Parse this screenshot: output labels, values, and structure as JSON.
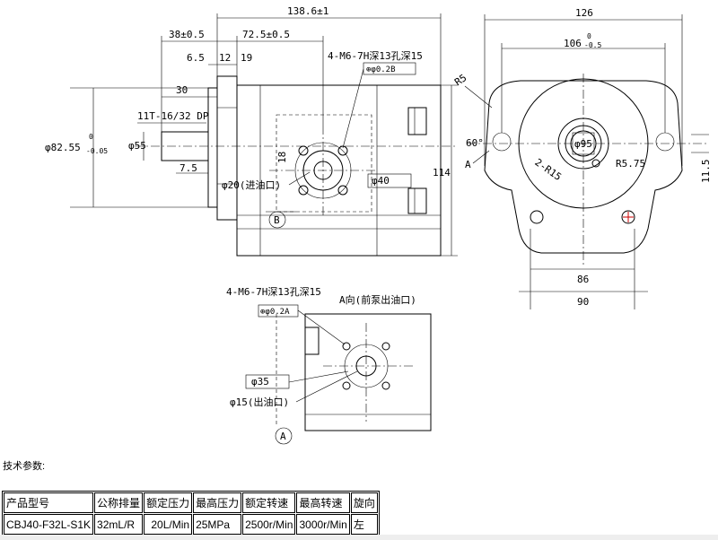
{
  "drawing": {
    "side_view": {
      "dim_total": "138.6±1",
      "dim_38": "38±0.5",
      "dim_72": "72.5±0.5",
      "dim_6_5": "6.5",
      "dim_12": "12",
      "dim_19": "19",
      "dim_30": "30",
      "thread": "11T-16/32 DP",
      "dia_shaft": "φ55",
      "dim_7_5": "7.5",
      "dia_82": "φ82.55",
      "dia_82_tol": "-0.05",
      "dia_82_tol0": "0",
      "port_in": "φ20(进油口)",
      "dia_40": "φ40",
      "dim_18": "18",
      "height_114": "114",
      "hole_note": "4-M6-7H深13孔深15",
      "tol_box": "⊕φ0.2B",
      "datum_b": "B"
    },
    "front_view": {
      "width_126": "126",
      "dim_106": "106",
      "dim_106_tol": "-0.5",
      "dim_106_tol0": "0",
      "r5": "R5",
      "angle_60": "60°",
      "label_a": "A",
      "dia_95": "φ95",
      "r15": "2-R15",
      "r575": "R5.75",
      "dim_11_5": "11.5",
      "dim_86": "86",
      "dim_90": "90"
    },
    "port_view": {
      "hole_note": "4-M6-7H深13孔深15",
      "title": "A向(前泵出油口)",
      "tol_box": "⊕φ0.2A",
      "dia_35": "φ35",
      "port_out": "φ15(出油口)",
      "datum_a": "A"
    }
  },
  "params_title": "技术参数:",
  "spec_table": {
    "headers": [
      "产品型号",
      "公称排量",
      "额定压力",
      "最高压力",
      "额定转速",
      "最高转速",
      "旋向"
    ],
    "row": [
      "CBJ40-F32L-S1K",
      "32mL/R",
      "20L/Min",
      "25MPa",
      "2500r/Min",
      "3000r/Min",
      "左"
    ]
  }
}
